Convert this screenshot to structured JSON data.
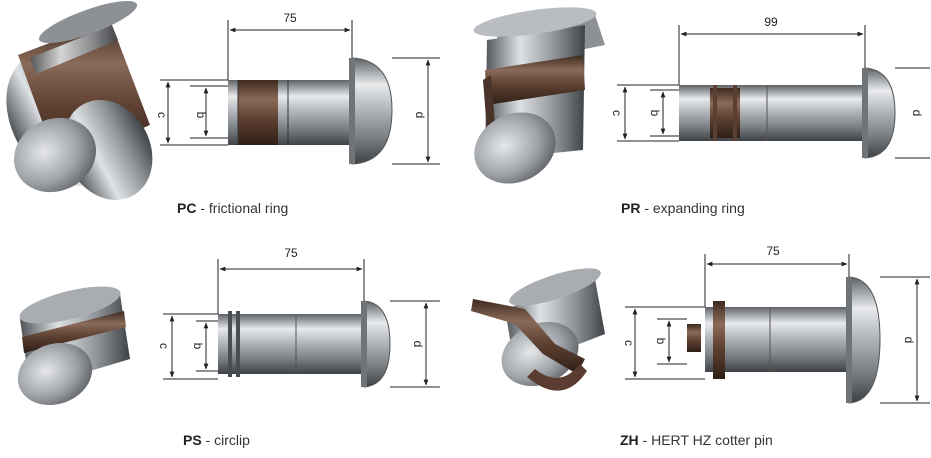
{
  "panels": [
    {
      "code": "PC",
      "desc": " - frictional ring",
      "length": "75",
      "dim_c": "c",
      "dim_b": "b",
      "dim_d": "d"
    },
    {
      "code": "PR",
      "desc": " - expanding ring",
      "length": "99",
      "dim_c": "c",
      "dim_b": "b",
      "dim_d": "d"
    },
    {
      "code": "PS",
      "desc": " - circlip",
      "length": "75",
      "dim_c": "c",
      "dim_b": "b",
      "dim_d": "d"
    },
    {
      "code": "ZH",
      "desc": " - HERT HZ cotter pin",
      "length": "75",
      "dim_c": "c",
      "dim_b": "b",
      "dim_d": "d"
    }
  ],
  "colors": {
    "steel": "#a9adb1",
    "steel_dark": "#6f7478",
    "brown": "#6b4a3a",
    "line": "#222222"
  }
}
